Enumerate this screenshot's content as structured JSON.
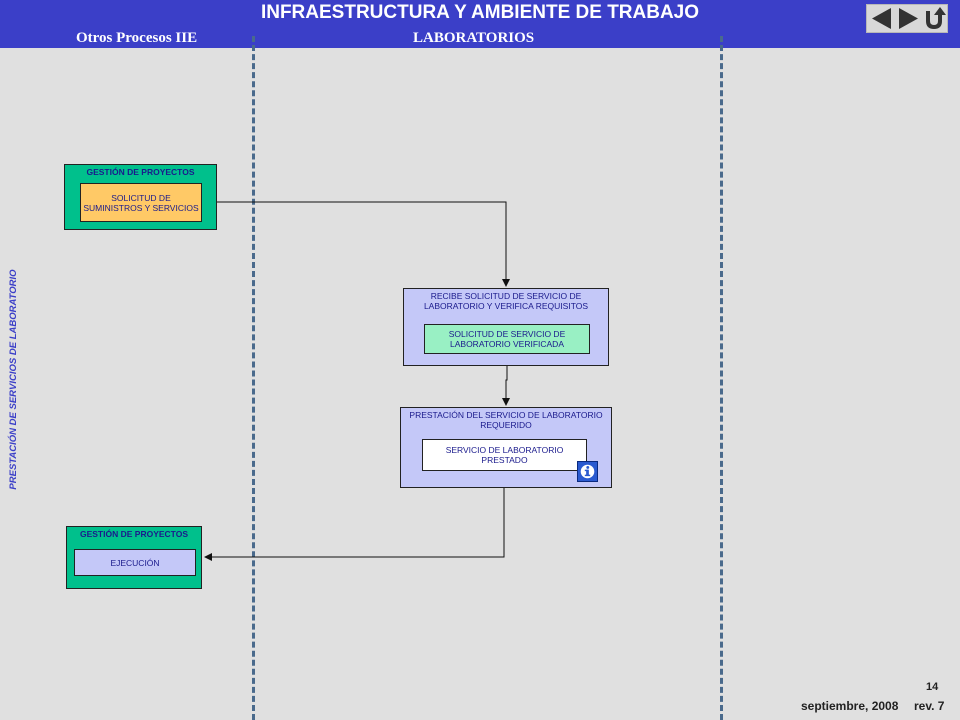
{
  "header": {
    "title": "INFRAESTRUCTURA Y AMBIENTE DE TRABAJO",
    "lanes": [
      "Otros Procesos IIE",
      "LABORATORIOS"
    ]
  },
  "navigation": {
    "buttons": [
      {
        "name": "back",
        "icon": "triangle-left-icon"
      },
      {
        "name": "forward",
        "icon": "triangle-right-icon"
      },
      {
        "name": "return",
        "icon": "u-turn-icon"
      }
    ]
  },
  "side_label": "PRESTACIÓN DE SERVICIOS DE LABORATORIO",
  "boxes": {
    "gestion_1": {
      "title": "GESTIÓN DE PROYECTOS",
      "item": "SOLICITUD DE SUMINISTROS Y SERVICIOS"
    },
    "recibe": {
      "title": "RECIBE SOLICITUD DE SERVICIO DE LABORATORIO Y VERIFICA REQUISITOS",
      "item": "SOLICITUD DE SERVICIO DE LABORATORIO VERIFICADA"
    },
    "prestacion": {
      "title": "PRESTACIÓN DEL SERVICIO DE LABORATORIO REQUERIDO",
      "item": "SERVICIO DE LABORATORIO PRESTADO",
      "icon": "info-icon"
    },
    "gestion_2": {
      "title": "GESTIÓN DE PROYECTOS",
      "item": "EJECUCIÓN"
    }
  },
  "colors": {
    "header": "#3b3fc8",
    "background": "#e0e0e0",
    "gestion_box": "#00c08c",
    "process_box": "#c4c8f8",
    "request_item": "#ffc966",
    "verified_item": "#99f0c4",
    "divider": "#4a6a8c"
  },
  "footer": {
    "page_number": "14",
    "date": "septiembre, 2008",
    "revision": "rev. 7"
  }
}
